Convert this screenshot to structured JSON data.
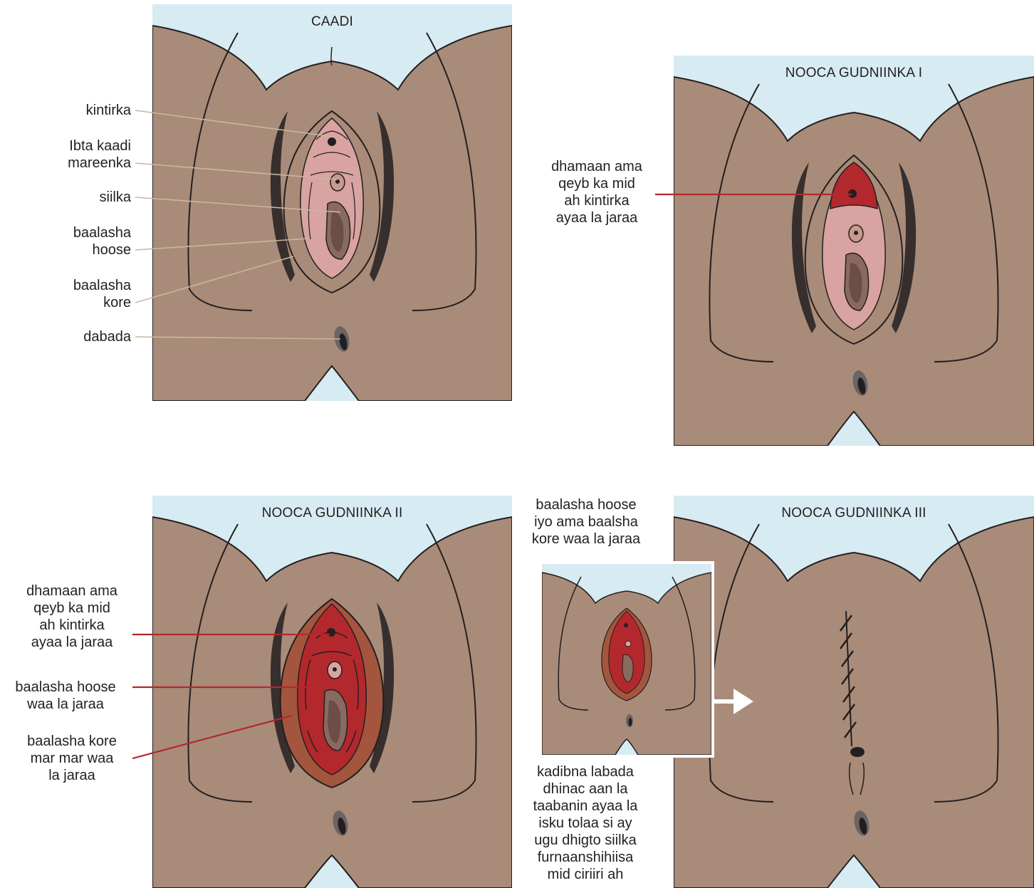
{
  "colors": {
    "sky": "#d7ebf2",
    "skin": "#a98b79",
    "inner_pink": "#d8a3a0",
    "cut_red": "#b3282d",
    "leader_beige": "#c9b79c",
    "leader_red": "#b3282d",
    "outline": "#231f20"
  },
  "panels": {
    "normal": {
      "title": "CAADI"
    },
    "type1": {
      "title": "NOOCA GUDNIINKA I"
    },
    "type2": {
      "title": "NOOCA GUDNIINKA II"
    },
    "type3": {
      "title": "NOOCA GUDNIINKA III"
    }
  },
  "normal_labels": {
    "clitoris": "kintirka",
    "urethra": "Ibta kaadi\nmareenka",
    "vagina": "siilka",
    "labia_minora": "baalasha\nhoose",
    "labia_majora": "baalasha\nkore",
    "anus": "dabada"
  },
  "type1_labels": {
    "clitoris_cut": "dhamaan ama\nqeyb ka mid\nah kintirka\nayaa la jaraa"
  },
  "type2_labels": {
    "clitoris_cut": "dhamaan ama\nqeyb ka mid\nah kintirka\nayaa la jaraa",
    "minora_cut": "baalasha hoose\nwaa la jaraa",
    "majora_cut": "baalasha kore\nmar mar waa\nla jaraa"
  },
  "type3_labels": {
    "top_note": "baalasha hoose\niyo ama baalsha\nkore waa la jaraa",
    "bottom_note": "kadibna labada\ndhinac aan la\ntaabanin ayaa la\nisku tolaa si ay\nugu dhigto siilka\nfurnaanshihiisa\nmid ciriiri ah"
  },
  "icons": {
    "arrow": "right-arrow-icon",
    "stitches": "suture-icon"
  }
}
